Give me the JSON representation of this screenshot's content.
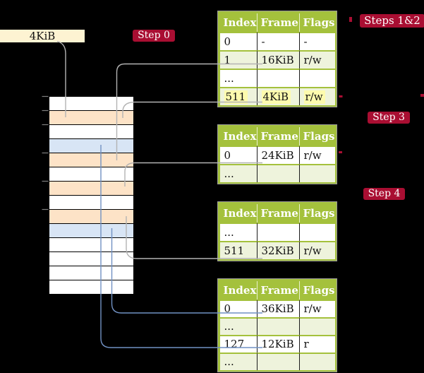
{
  "free_frame_box": {
    "label": "4KiB"
  },
  "badges": {
    "step0": "Step 0",
    "steps12": "Steps 1&2",
    "step3": "Step 3",
    "step4": "Step 4"
  },
  "memory_column": {
    "rows": [
      {
        "fill": "white"
      },
      {
        "fill": "peach"
      },
      {
        "fill": "white"
      },
      {
        "fill": "blue"
      },
      {
        "fill": "peach"
      },
      {
        "fill": "white"
      },
      {
        "fill": "peach"
      },
      {
        "fill": "white"
      },
      {
        "fill": "peach"
      },
      {
        "fill": "blue"
      },
      {
        "fill": "white"
      },
      {
        "fill": "white"
      },
      {
        "fill": "white"
      },
      {
        "fill": "white"
      }
    ],
    "tick_rows": [
      0,
      1,
      2,
      4,
      6,
      8
    ]
  },
  "page_tables": [
    {
      "name": "page-table-1",
      "headers": [
        "Index",
        "Frame",
        "Flags"
      ],
      "rows": [
        {
          "cells": [
            "0",
            "-",
            "-"
          ],
          "shaded": false,
          "highlight": false
        },
        {
          "cells": [
            "1",
            "16KiB",
            "r/w"
          ],
          "shaded": true,
          "highlight": false,
          "connector": "gray"
        },
        {
          "cells": [
            "...",
            "",
            ""
          ],
          "shaded": false,
          "highlight": false
        },
        {
          "cells": [
            "511",
            "4KiB",
            "r/w"
          ],
          "shaded": true,
          "highlight": true,
          "connector": "gray"
        }
      ]
    },
    {
      "name": "page-table-2",
      "headers": [
        "Index",
        "Frame",
        "Flags"
      ],
      "rows": [
        {
          "cells": [
            "0",
            "24KiB",
            "r/w"
          ],
          "shaded": false,
          "highlight": false,
          "connector": "gray"
        },
        {
          "cells": [
            "...",
            "",
            ""
          ],
          "shaded": true,
          "highlight": false
        }
      ]
    },
    {
      "name": "page-table-3",
      "headers": [
        "Index",
        "Frame",
        "Flags"
      ],
      "rows": [
        {
          "cells": [
            "...",
            "",
            ""
          ],
          "shaded": false,
          "highlight": false
        },
        {
          "cells": [
            "511",
            "32KiB",
            "r/w"
          ],
          "shaded": true,
          "highlight": false,
          "connector": "gray"
        }
      ]
    },
    {
      "name": "page-table-4",
      "headers": [
        "Index",
        "Frame",
        "Flags"
      ],
      "rows": [
        {
          "cells": [
            "0",
            "36KiB",
            "r/w"
          ],
          "shaded": false,
          "highlight": false,
          "connector": "blue"
        },
        {
          "cells": [
            "...",
            "",
            ""
          ],
          "shaded": true,
          "highlight": false
        },
        {
          "cells": [
            "127",
            "12KiB",
            "r"
          ],
          "shaded": false,
          "highlight": false,
          "connector": "blue"
        },
        {
          "cells": [
            "...",
            "",
            ""
          ],
          "shaded": true,
          "highlight": false
        }
      ]
    }
  ],
  "connections": [
    {
      "from": "free-frame-box",
      "to": "memory-row-2",
      "color": "gray"
    },
    {
      "from": "page-table-1-entry-1",
      "to": "memory-row-5",
      "color": "gray"
    },
    {
      "from": "page-table-1-entry-511",
      "to": "memory-row-2",
      "color": "gray"
    },
    {
      "from": "page-table-2-entry-0",
      "to": "memory-row-7",
      "color": "gray"
    },
    {
      "from": "page-table-3-entry-511",
      "to": "memory-row-9",
      "color": "gray"
    },
    {
      "from": "page-table-4-entry-0",
      "to": "memory-row-10",
      "color": "blue"
    },
    {
      "from": "page-table-4-entry-127",
      "to": "memory-row-4",
      "color": "blue"
    }
  ],
  "colors": {
    "table_header_bg": "#a4c13c",
    "table_row_shaded": "#eef3dc",
    "table_row_plain": "#ffffff",
    "highlight": "#fdfbae",
    "badge_bg": "#a90e32",
    "badge_text": "#ffffff",
    "free_frame_box_bg": "#fdf3d2",
    "memory_peach": "#fde3c7",
    "memory_blue": "#d8e5f5",
    "arrow_gray": "#b3b3b3",
    "arrow_blue": "#7191c3",
    "tick_gray": "#808080",
    "table_outline": "#9b9b9b",
    "cell_separator": "#1a1a1a"
  }
}
